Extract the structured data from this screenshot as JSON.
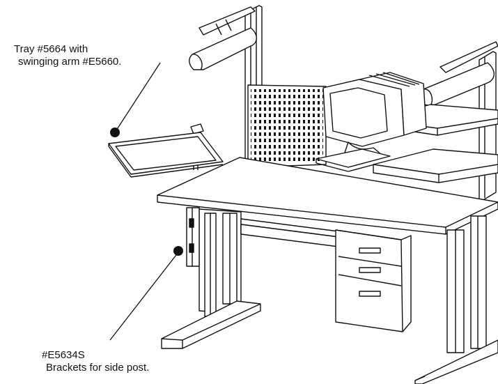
{
  "callouts": {
    "tray": {
      "line1": "Tray #5664 with",
      "line2": "swinging arm #E5660."
    },
    "bracket": {
      "line1": "#E5634S",
      "line2": "Brackets for side post."
    }
  },
  "colors": {
    "ink": "#111111",
    "fill": "#ffffff",
    "panel_fill": "#f2f2f2"
  }
}
